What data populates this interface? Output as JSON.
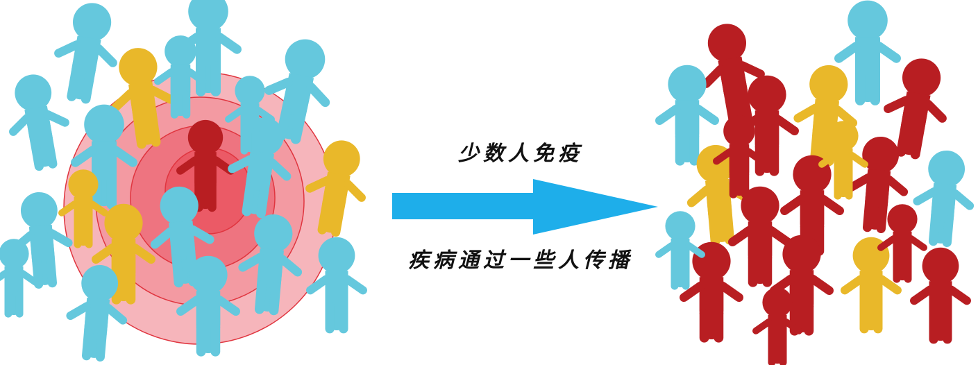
{
  "labels": {
    "top": "少数人免疫",
    "bottom": "疾病通过一些人传播"
  },
  "colors": {
    "susceptible": "#65C8DD",
    "immune": "#E9B82A",
    "infected": "#B81E22",
    "arrow": "#1EAEEA",
    "ring_outer": "#F6B5BB",
    "ring_mid": "#F08890",
    "ring_inner": "#EB5A66",
    "ring_stroke": "#E0353F"
  },
  "groups": {
    "before": {
      "susceptible": 15,
      "immune": 4,
      "infected": 1
    },
    "after": {
      "susceptible": 4,
      "immune": 4,
      "infected": 12
    }
  }
}
